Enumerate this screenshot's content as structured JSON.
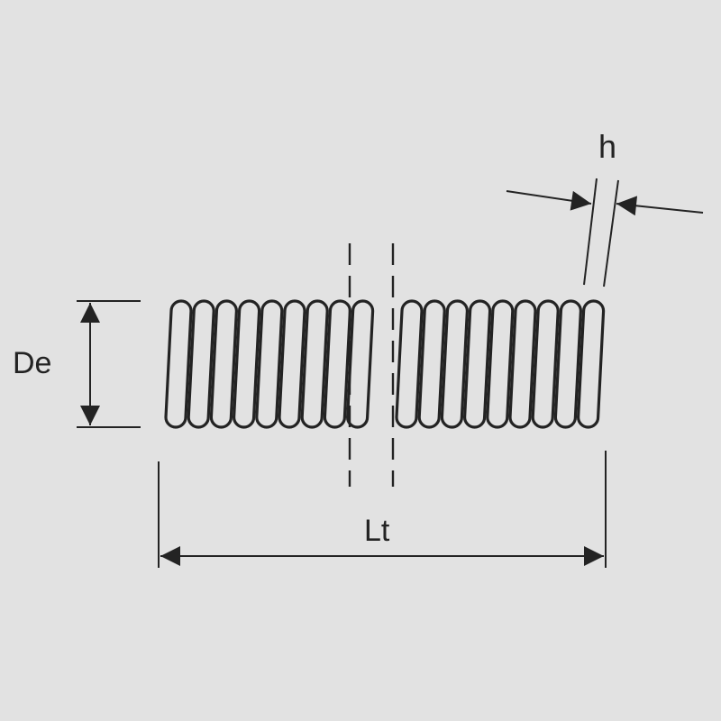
{
  "labels": {
    "diameter": "De",
    "length": "Lt",
    "wire_thickness": "h"
  },
  "colors": {
    "background": "#e2e2e2",
    "line": "#232323"
  }
}
